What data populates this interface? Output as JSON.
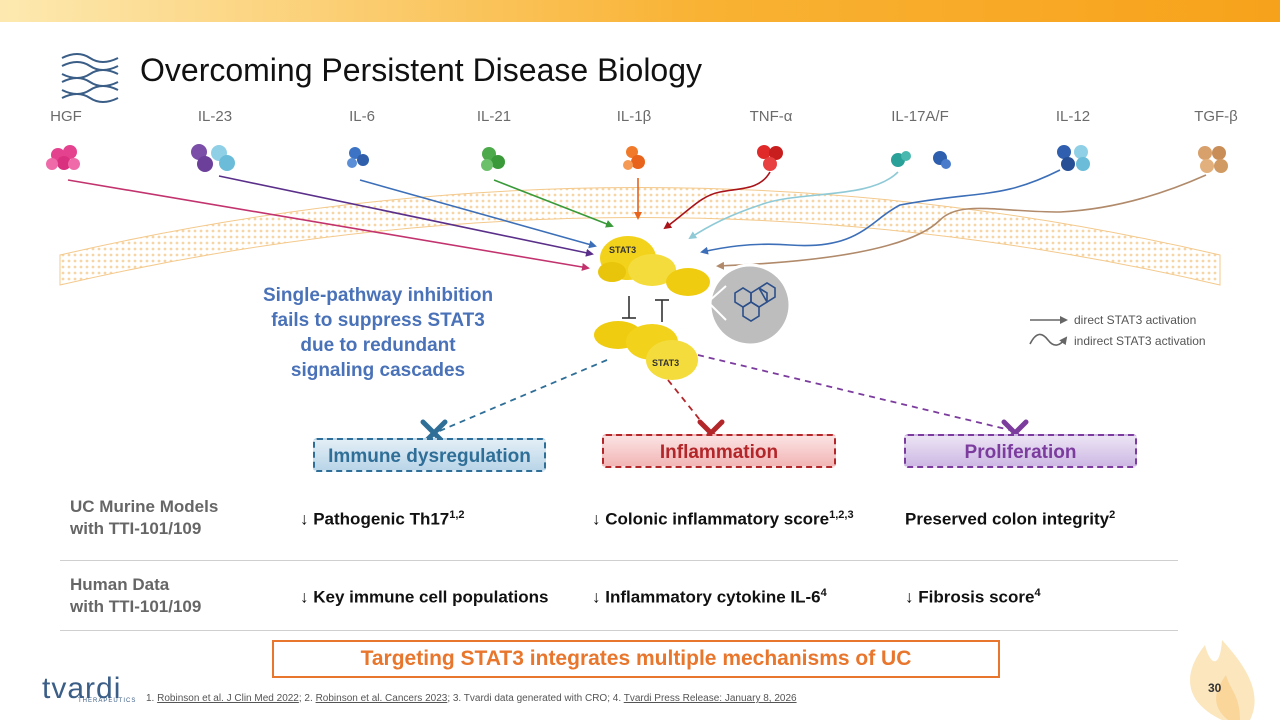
{
  "slide": {
    "title": "Overcoming Persistent Disease Biology",
    "cytokines": [
      "HGF",
      "IL-23",
      "IL-6",
      "IL-21",
      "IL-1β",
      "TNF-α",
      "IL-17A/F",
      "IL-12",
      "TGF-β"
    ],
    "stat3_label_top": "STAT3",
    "stat3_label_bottom": "STAT3",
    "mechanism_text": [
      "Single-pathway inhibition",
      "fails to suppress STAT3",
      "due to redundant",
      "signaling cascades"
    ],
    "legend": {
      "direct": "direct STAT3 activation",
      "indirect": "indirect STAT3 activation"
    },
    "outcomes": {
      "immune": "Immune dysregulation",
      "inflammation": "Inflammation",
      "proliferation": "Proliferation"
    },
    "rows": [
      {
        "label_line1": "UC Murine Models",
        "label_line2": "with TTI-101/109",
        "c1_text": "↓ Pathogenic Th17",
        "c1_sup": "1,2",
        "c2_text": "↓ Colonic inflammatory score",
        "c2_sup": "1,2,3",
        "c3_text": "Preserved colon integrity",
        "c3_sup": "2"
      },
      {
        "label_line1": "Human Data",
        "label_line2": "with TTI-101/109",
        "c1_text": "↓ Key immune cell populations",
        "c1_sup": "",
        "c2_text": "↓ Inflammatory cytokine IL-6",
        "c2_sup": "4",
        "c3_text": "↓ Fibrosis score",
        "c3_sup": "4"
      }
    ],
    "banner": "Targeting STAT3 integrates multiple mechanisms of UC",
    "references": {
      "p1": "1. ",
      "r1": "Robinson et al. J Clin Med 2022",
      "p2": "; 2. ",
      "r2": "Robinson et al. Cancers 2023",
      "p3": "; 3. Tvardi data generated with CRO; 4. ",
      "r4": "Tvardi Press Release: January 8, 2026"
    },
    "page_number": "30",
    "brand": {
      "name": "tvardi",
      "sub": "THERAPEUTICS"
    },
    "colors": {
      "accent_orange": "#e8762c",
      "immune_blue": "#2f6f97",
      "inflammation_red": "#b3262a",
      "proliferation_purple": "#7b3c9e",
      "stat3_yellow": "#f2d21b",
      "mechanism_blue": "#4a72b8"
    }
  }
}
